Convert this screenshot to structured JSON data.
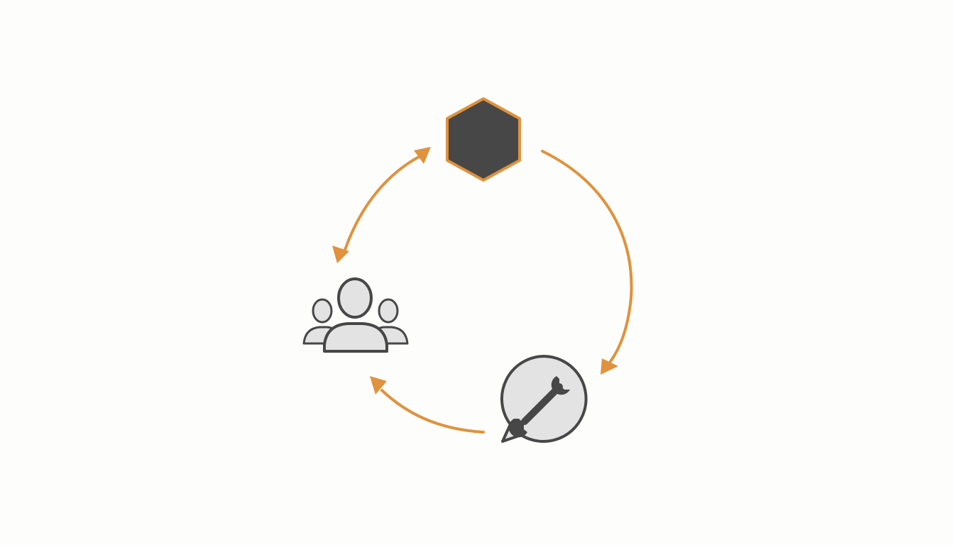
{
  "diagram": {
    "type": "cycle",
    "nodes": [
      {
        "id": "product",
        "icon": "hexagon-icon"
      },
      {
        "id": "support",
        "icon": "wrench-speech-bubble-icon"
      },
      {
        "id": "users",
        "icon": "user-group-icon"
      }
    ],
    "edges": [
      {
        "from": "product",
        "to": "support"
      },
      {
        "from": "support",
        "to": "users"
      },
      {
        "from": "users",
        "to": "product"
      },
      {
        "from": "product",
        "to": "users"
      }
    ]
  },
  "colors": {
    "background": "#fdfdfc",
    "accent": "#e0923c",
    "dark": "#474747",
    "light_fill": "#e3e3e3"
  }
}
